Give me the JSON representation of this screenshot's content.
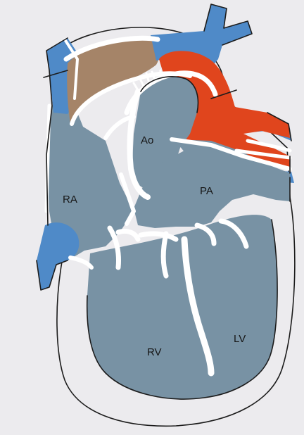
{
  "labels": {
    "ra": "RA",
    "ao": "Ao",
    "pa": "PA",
    "rv": "RV",
    "lv": "LV"
  },
  "colors": {
    "background": "#ecebee",
    "chamber": "#7892a4",
    "venous_blue": "#4f8ac8",
    "arterial_red": "#e0451d",
    "duct_brown": "#a58468",
    "wall": "#ffffff",
    "outline": "#1c1c1c"
  }
}
